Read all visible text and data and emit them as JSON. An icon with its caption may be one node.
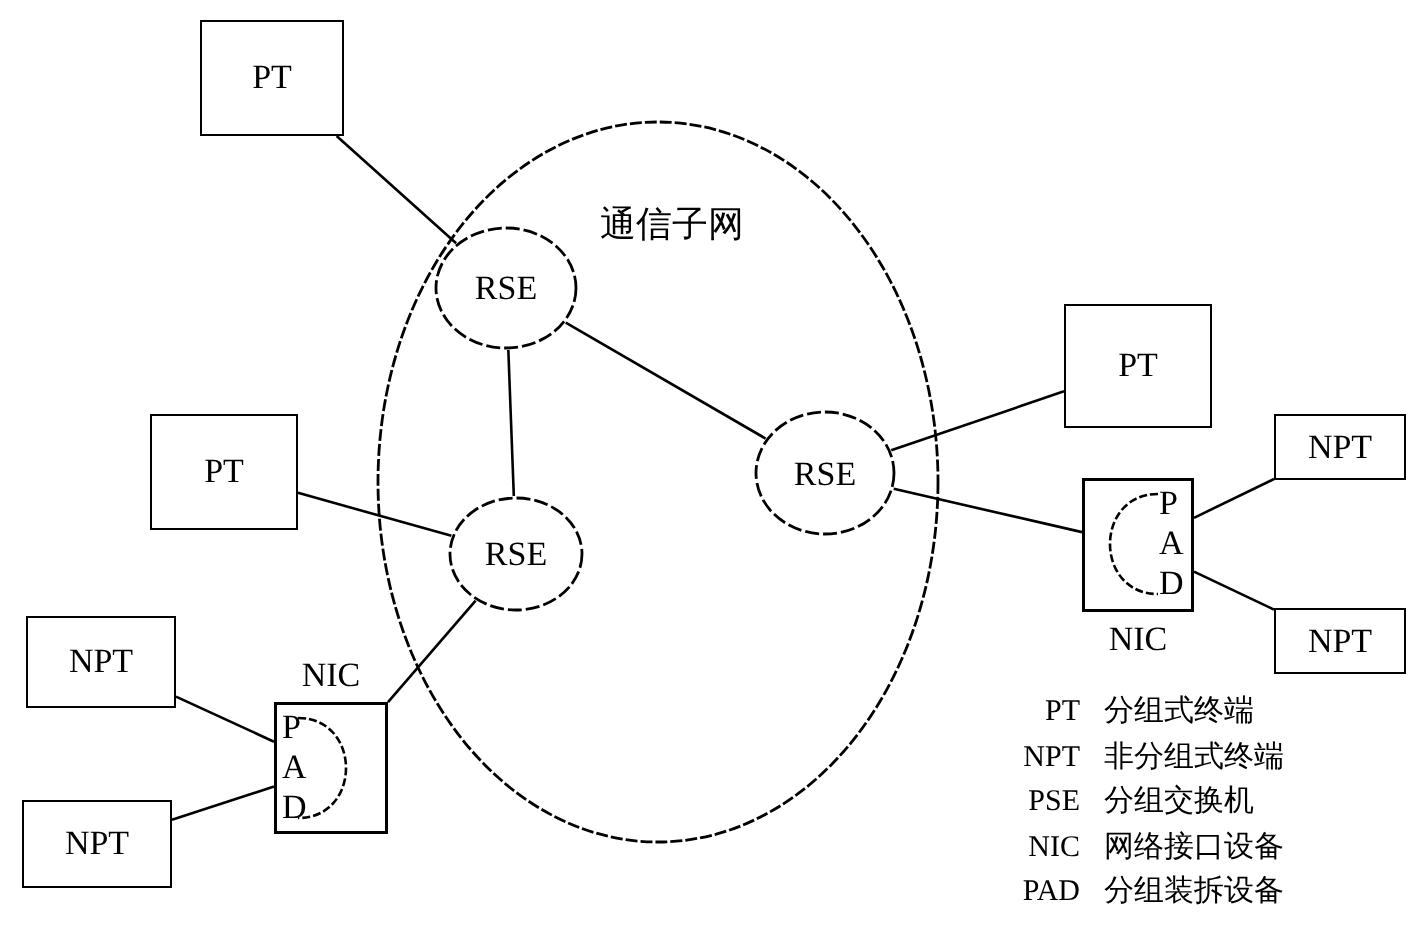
{
  "diagram": {
    "nodes": [
      {
        "text": [
          "通信子网"
        ]
      },
      {
        "text": [
          "RSE"
        ],
        "in": 0
      },
      {
        "text": [
          "RSE"
        ],
        "in": 0
      },
      {
        "text": [
          "RSE"
        ],
        "in": 0
      },
      {
        "text": [
          "PT"
        ]
      },
      {
        "text": [
          "PT"
        ]
      },
      {
        "text": [
          "PT"
        ]
      },
      {
        "text": [
          "NIC",
          "PAD"
        ]
      },
      {
        "text": [
          "NPT"
        ]
      },
      {
        "text": [
          "NPT"
        ]
      },
      {
        "text": [
          "PAD",
          "NIC"
        ]
      },
      {
        "text": [
          "NPT"
        ]
      },
      {
        "text": [
          "NPT"
        ]
      }
    ],
    "edges": [
      {
        "from": 4,
        "to": 1,
        "arrow": "none"
      },
      {
        "from": 1,
        "to": 2,
        "arrow": "none"
      },
      {
        "from": 1,
        "to": 3,
        "arrow": "none"
      },
      {
        "from": 5,
        "to": 2,
        "arrow": "none"
      },
      {
        "from": 7,
        "to": 2,
        "arrow": "none"
      },
      {
        "from": 3,
        "to": 6,
        "arrow": "none"
      },
      {
        "from": 3,
        "to": 10,
        "arrow": "none"
      },
      {
        "from": 8,
        "to": 7,
        "arrow": "none"
      },
      {
        "from": 9,
        "to": 7,
        "arrow": "none"
      },
      {
        "from": 10,
        "to": 11,
        "arrow": "none"
      },
      {
        "from": 10,
        "to": 12,
        "arrow": "none"
      }
    ],
    "labels": [
      "PT",
      "分组式终端",
      "NPT",
      "非分组式终端",
      "PSE",
      "分组交换机",
      "NIC",
      "网络接口设备",
      "PAD",
      "分组装拆设备"
    ]
  }
}
